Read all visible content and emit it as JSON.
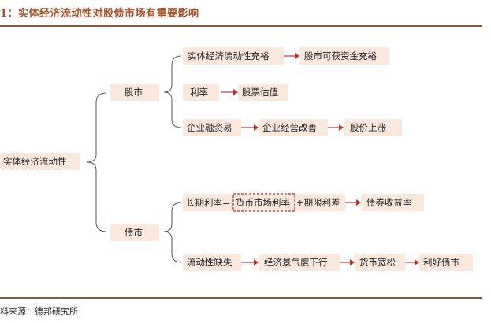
{
  "title": "1：实体经济流动性对股债市场有重要影响",
  "source": "料来源：德邦研究所",
  "colors": {
    "accent": "#a8512a",
    "arrow": "#c0302b",
    "node_fill": "#fbe8dd",
    "rule": "#8b5a3c"
  },
  "nodes": {
    "root": "实体经济流动性",
    "stock": "股市",
    "bond": "债市",
    "s1a": "实体经济流动性充裕",
    "s1b": "股市可获资金充裕",
    "s2a": "利率",
    "s2b": "股票估值",
    "s3a": "企业融资易",
    "s3b": "企业经营改善",
    "s3c": "股价上涨",
    "b1a": "长期利率=",
    "b1b": "货币市场利率",
    "b1c": "+期限利差",
    "b1d": "债券收益率",
    "b2a": "流动性缺失",
    "b2b": "经济景气度下行",
    "b2c": "货币宽松",
    "b2d": "利好债市"
  }
}
